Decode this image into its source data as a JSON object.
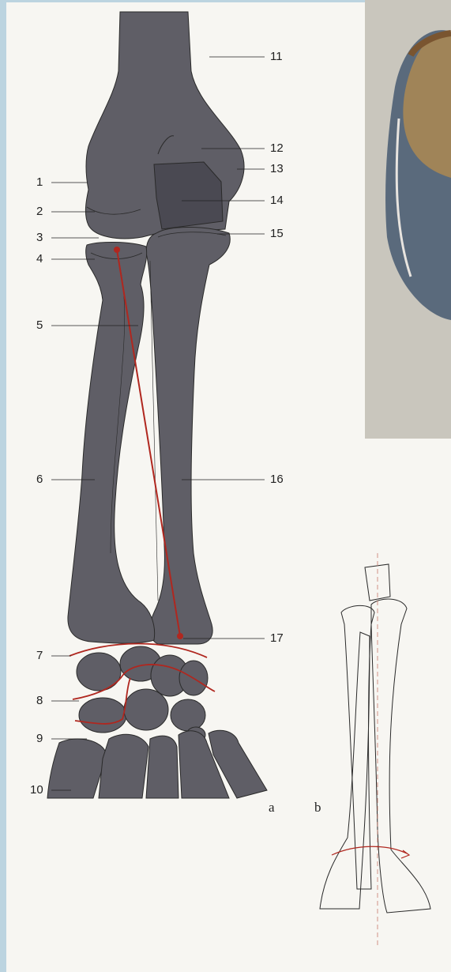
{
  "labels_left": [
    "1",
    "2",
    "3",
    "4",
    "5",
    "6",
    "7",
    "8",
    "9",
    "10"
  ],
  "labels_right": [
    "11",
    "12",
    "13",
    "14",
    "15",
    "16",
    "17"
  ],
  "panel_letters": [
    "a",
    "b"
  ],
  "colors": {
    "bone": "#5f5e66",
    "bone_dark": "#4a4950",
    "cartilage": "#4a4952",
    "axis_line": "#b0271f",
    "outline": "#2a2a2a",
    "paper": "#f7f6f2",
    "border": "#bcd4e0"
  }
}
